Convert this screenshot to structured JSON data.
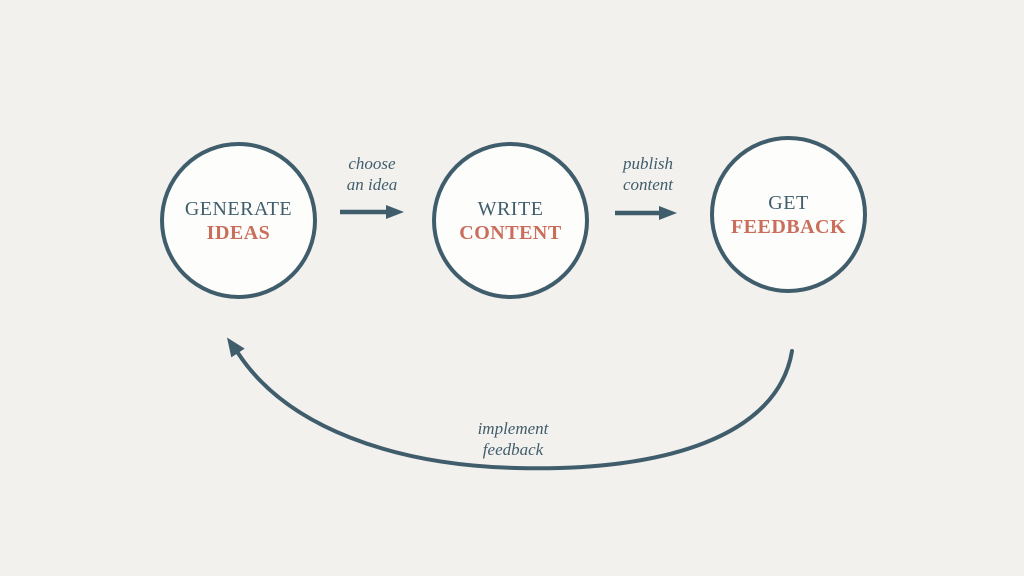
{
  "theme": {
    "bg": "#f2f1ee",
    "slate": "#405d6c",
    "coral": "#ca6e5c",
    "circle-fill": "#fdfdfc"
  },
  "diagram": {
    "type": "cycle-flowchart",
    "nodes": [
      {
        "line1": "GENERATE",
        "line2": "IDEAS"
      },
      {
        "line1": "WRITE",
        "line2": "CONTENT"
      },
      {
        "line1": "GET",
        "line2": "FEEDBACK"
      }
    ],
    "connectors": [
      {
        "line1": "choose",
        "line2": "an idea"
      },
      {
        "line1": "publish",
        "line2": "content"
      },
      {
        "line1": "implement",
        "line2": "feedback"
      }
    ]
  }
}
